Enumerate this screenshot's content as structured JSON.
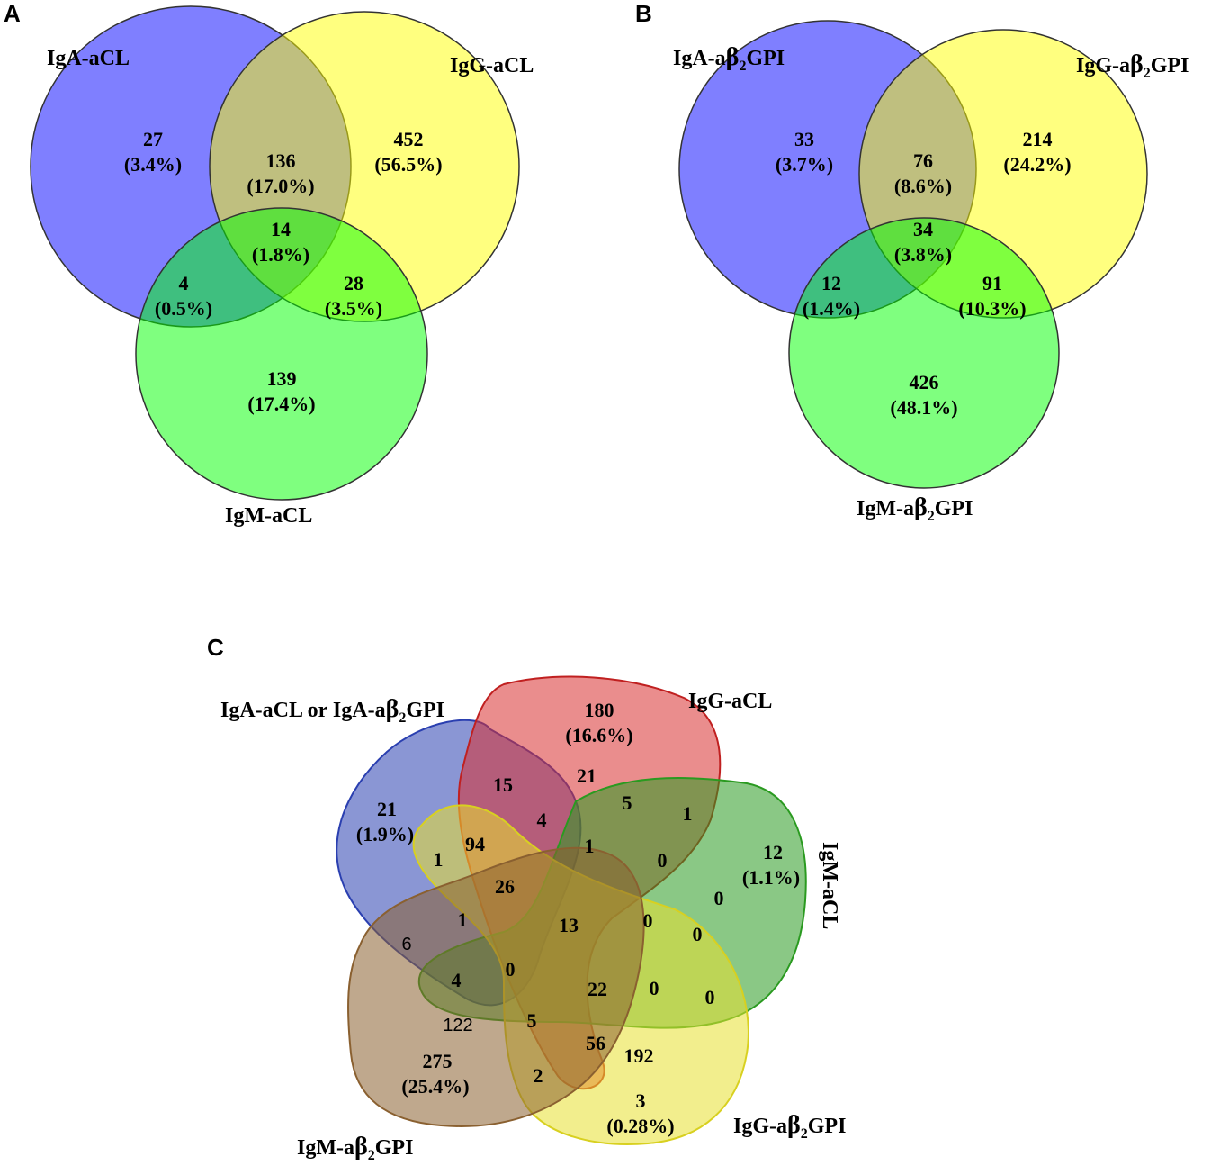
{
  "panels": {
    "a": {
      "letter": "A",
      "sets": {
        "iga": {
          "label": "IgA-aCL",
          "color": "#0000ff"
        },
        "igg": {
          "label": "IgG-aCL",
          "color": "#ffff00"
        },
        "igm": {
          "label": "IgM-aCL",
          "color": "#00ff00"
        }
      },
      "regions": {
        "iga_only": {
          "count": "27",
          "pct": "(3.4%)"
        },
        "igg_only": {
          "count": "452",
          "pct": "(56.5%)"
        },
        "iga_igg": {
          "count": "136",
          "pct": "(17.0%)"
        },
        "all": {
          "count": "14",
          "pct": "(1.8%)"
        },
        "iga_igm": {
          "count": "4",
          "pct": "(0.5%)"
        },
        "igg_igm": {
          "count": "28",
          "pct": "(3.5%)"
        },
        "igm_only": {
          "count": "139",
          "pct": "(17.4%)"
        }
      }
    },
    "b": {
      "letter": "B",
      "sets": {
        "iga": {
          "label_prefix": "IgA-a",
          "beta": "β",
          "sub": "2",
          "label_suffix": "GPI",
          "color": "#0000ff"
        },
        "igg": {
          "label_prefix": "IgG-a",
          "beta": "β",
          "sub": "2",
          "label_suffix": "GPI",
          "color": "#ffff00"
        },
        "igm": {
          "label_prefix": "IgM-a",
          "beta": "β",
          "sub": "2",
          "label_suffix": "GPI",
          "color": "#00ff00"
        }
      },
      "regions": {
        "iga_only": {
          "count": "33",
          "pct": "(3.7%)"
        },
        "igg_only": {
          "count": "214",
          "pct": "(24.2%)"
        },
        "iga_igg": {
          "count": "76",
          "pct": "(8.6%)"
        },
        "all": {
          "count": "34",
          "pct": "(3.8%)"
        },
        "iga_igm": {
          "count": "12",
          "pct": "(1.4%)"
        },
        "igg_igm": {
          "count": "91",
          "pct": "(10.3%)"
        },
        "igm_only": {
          "count": "426",
          "pct": "(48.1%)"
        }
      }
    },
    "c": {
      "letter": "C",
      "sets": {
        "iga": {
          "label_prefix": "IgA-aCL or IgA-a",
          "beta": "β",
          "sub": "2",
          "label_suffix": "GPI",
          "color": "#2a3fb0"
        },
        "igg_acl": {
          "label": "IgG-aCL",
          "color": "#d93030"
        },
        "igm_acl": {
          "label": "IgM-aCL",
          "color": "#2a9a20"
        },
        "igg_ab2": {
          "label_prefix": "IgG-a",
          "beta": "β",
          "sub": "2",
          "label_suffix": "GPI",
          "color": "#e8e030"
        },
        "igm_ab2": {
          "label_prefix": "IgM-a",
          "beta": "β",
          "sub": "2",
          "label_suffix": "GPI",
          "color": "#8a6030"
        }
      },
      "regions": {
        "iga_only": {
          "count": "21",
          "pct": "(1.9%)"
        },
        "igg_acl_only": {
          "count": "180",
          "pct": "(16.6%)"
        },
        "igm_acl_only": {
          "count": "12",
          "pct": "(1.1%)"
        },
        "igg_ab2_only": {
          "count": "3",
          "pct": "(0.28%)"
        },
        "igm_ab2_only": {
          "count": "275",
          "pct": "(25.4%)"
        },
        "r15": "15",
        "r21": "21",
        "r5a": "5",
        "r1a": "1",
        "r4a": "4",
        "r94": "94",
        "r1b": "1",
        "r1c": "1",
        "r0a": "0",
        "r26": "26",
        "r0b": "0",
        "r1d": "1",
        "r13": "13",
        "r0c": "0",
        "r0d": "0",
        "r6": "6",
        "r0e": "0",
        "r4b": "4",
        "r22": "22",
        "r0f": "0",
        "r0g": "0",
        "r122": "122",
        "r5b": "5",
        "r56": "56",
        "r192": "192",
        "r2": "2"
      }
    }
  }
}
